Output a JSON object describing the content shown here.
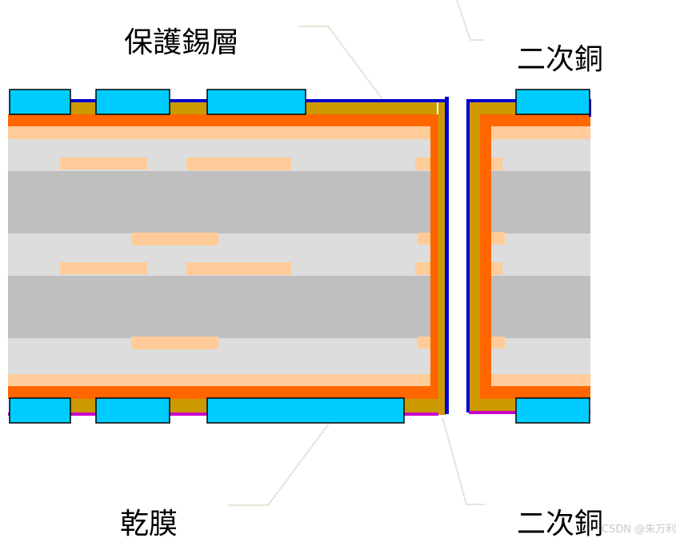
{
  "labels": {
    "tin_resist": "保護錫層",
    "plating_top": "二次銅",
    "dry_film": "乾膜",
    "plating_bottom": "二次銅"
  },
  "watermark": "CSDN @朱万利",
  "colors": {
    "dry_film": "#00ccff",
    "tin_layer": "#cc9900",
    "secondary_copper_blue": "#0000cc",
    "primary_copper": "#ff6600",
    "prepreg_light": "#ffcc99",
    "core_light": "#dddddd",
    "core_dark": "#bfbfbf",
    "bottom_line": "#cc00cc",
    "leader_line": "#e8e4d8"
  }
}
